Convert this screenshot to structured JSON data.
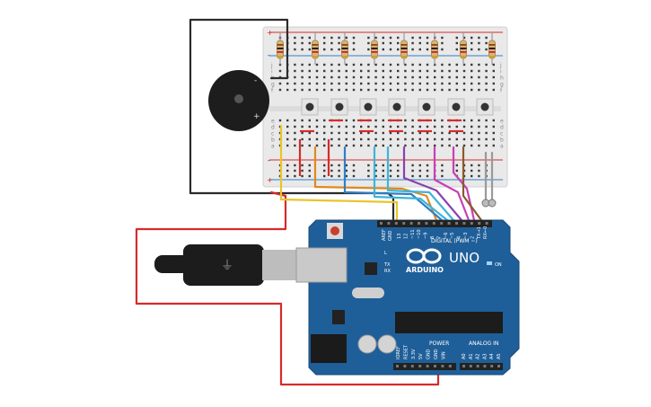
{
  "colors": {
    "breadboard": "#e9e9e9",
    "breadboard_edge": "#d0d0d0",
    "board_blue": "#1f5f99",
    "board_dark": "#184a78",
    "wire_black": "#2b2b2b",
    "wire_red": "#d62b2b",
    "wire_yellow": "#e8c52a",
    "wire_orange": "#e08a1e",
    "wire_blue": "#2f7fc7",
    "wire_cyan": "#3fb4d6",
    "wire_purple": "#8a3fb0",
    "wire_magenta": "#c83fb6",
    "wire_brown": "#8a5a2b",
    "wire_gray": "#9a9a9a"
  },
  "breadboard": {
    "row_letters_top": [
      "j",
      "i",
      "h",
      "g",
      "f"
    ],
    "row_letters_bottom": [
      "e",
      "d",
      "c",
      "b",
      "a"
    ],
    "plus": "+",
    "minus": "-"
  },
  "buzzer": {
    "plus": "+",
    "minus": "-"
  },
  "arduino": {
    "brand": "ARDUINO",
    "model": "UNO",
    "digital_label": "DIGITAL (PWM ~)",
    "power_label": "POWER",
    "analog_label": "ANALOG IN",
    "aref": "AREF",
    "gnd": "GND",
    "on_label": "ON",
    "tx": "TX",
    "rx": "RX",
    "l": "L",
    "digital_pins": [
      "13",
      "12",
      "~11",
      "~10",
      "~9",
      "8",
      "7",
      "~6",
      "~5",
      "4",
      "~3",
      "2",
      "TX→1",
      "RX←0"
    ],
    "power_pins": [
      "IOREF",
      "RESET",
      "3.3V",
      "5V",
      "GND",
      "GND",
      "VIN"
    ],
    "analog_pins": [
      "A0",
      "A1",
      "A2",
      "A3",
      "A4",
      "A5"
    ]
  }
}
